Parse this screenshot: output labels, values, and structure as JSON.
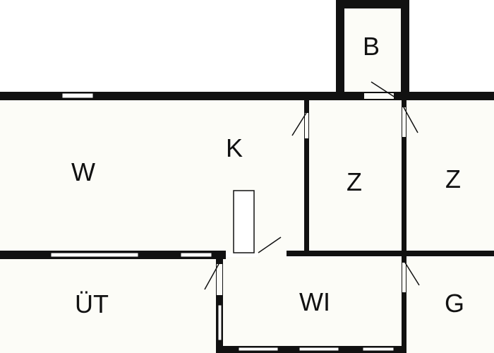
{
  "colors": {
    "wall": "#111111",
    "floor": "#fcfcf7",
    "window": "#ffffff",
    "door_line": "#111111",
    "background": "#ffffff"
  },
  "rooms": {
    "w": "W",
    "k": "K",
    "b": "B",
    "z1": "Z",
    "z2": "Z",
    "ut": "ÜT",
    "wi": "WI",
    "g": "G"
  }
}
